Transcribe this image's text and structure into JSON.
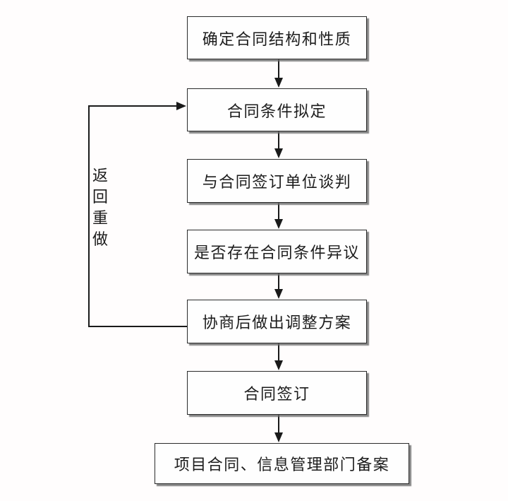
{
  "diagram": {
    "type": "flowchart",
    "nodes": [
      {
        "id": 1,
        "label": "确定合同结构和性质"
      },
      {
        "id": 2,
        "label": "合同条件拟定"
      },
      {
        "id": 3,
        "label": "与合同签订单位谈判"
      },
      {
        "id": 4,
        "label": "是否存在合同条件异议"
      },
      {
        "id": 5,
        "label": "协商后做出调整方案"
      },
      {
        "id": 6,
        "label": "合同签订"
      },
      {
        "id": 7,
        "label": "项目合同、信息管理部门备案"
      }
    ],
    "edges": [
      {
        "from": 1,
        "to": 2,
        "style": "arrow-down"
      },
      {
        "from": 2,
        "to": 3,
        "style": "arrow-down"
      },
      {
        "from": 3,
        "to": 4,
        "style": "arrow-down"
      },
      {
        "from": 4,
        "to": 5,
        "style": "arrow-down"
      },
      {
        "from": 5,
        "to": 6,
        "style": "arrow-down"
      },
      {
        "from": 6,
        "to": 7,
        "style": "arrow-down"
      },
      {
        "from": 5,
        "to": 2,
        "style": "feedback-left-loop",
        "label": "返回重做"
      }
    ],
    "feedback_label": "返回重做",
    "colors": {
      "background": "#fffdfd",
      "box_fill": "#fefefe",
      "box_border": "#2b2b2b",
      "text": "#1c1c1c",
      "line": "#1a1a1a",
      "shadow": "#696969"
    }
  }
}
